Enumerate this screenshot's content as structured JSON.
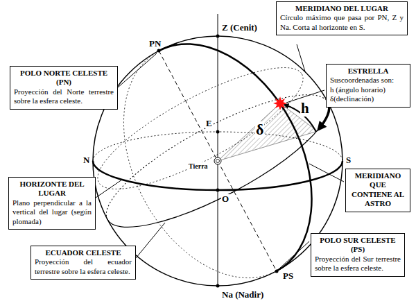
{
  "diagram": {
    "nodes": [
      {
        "text": [
          "MERIDIANO DEL LUGAR",
          "Círculo máximo que pasa por PN, Z y Na. Corta al horizonte en S."
        ]
      },
      {
        "text": [
          "POLO NORTE CELESTE (PN)",
          "Proyección del Norte terrestre sobre la esfera celeste."
        ]
      },
      {
        "text": [
          "ESTRELLA",
          "Suscoordenadas son:",
          "h (ángulo horario)",
          "δ(declinación)"
        ]
      },
      {
        "text": [
          "HORIZONTE DEL LUGAR",
          "Plano perpendicular a la vertical del lugar (según plomada)"
        ]
      },
      {
        "text": [
          "MERIDIANO QUE CONTIENE AL ASTRO"
        ]
      },
      {
        "text": [
          "ECUADOR CELESTE",
          "Proyección del ecuador terrestre sobre la esfera celeste."
        ]
      },
      {
        "text": [
          "POLO SUR CELESTE (PS)",
          "Proyección del Sur terrestre sobre la esfera celeste."
        ]
      }
    ],
    "labels": [
      "Z (Cenit)",
      "PN",
      "E",
      "N",
      "S",
      "Tierra",
      "O",
      "PS",
      "Na (Nadir)",
      "h",
      "δ"
    ]
  }
}
